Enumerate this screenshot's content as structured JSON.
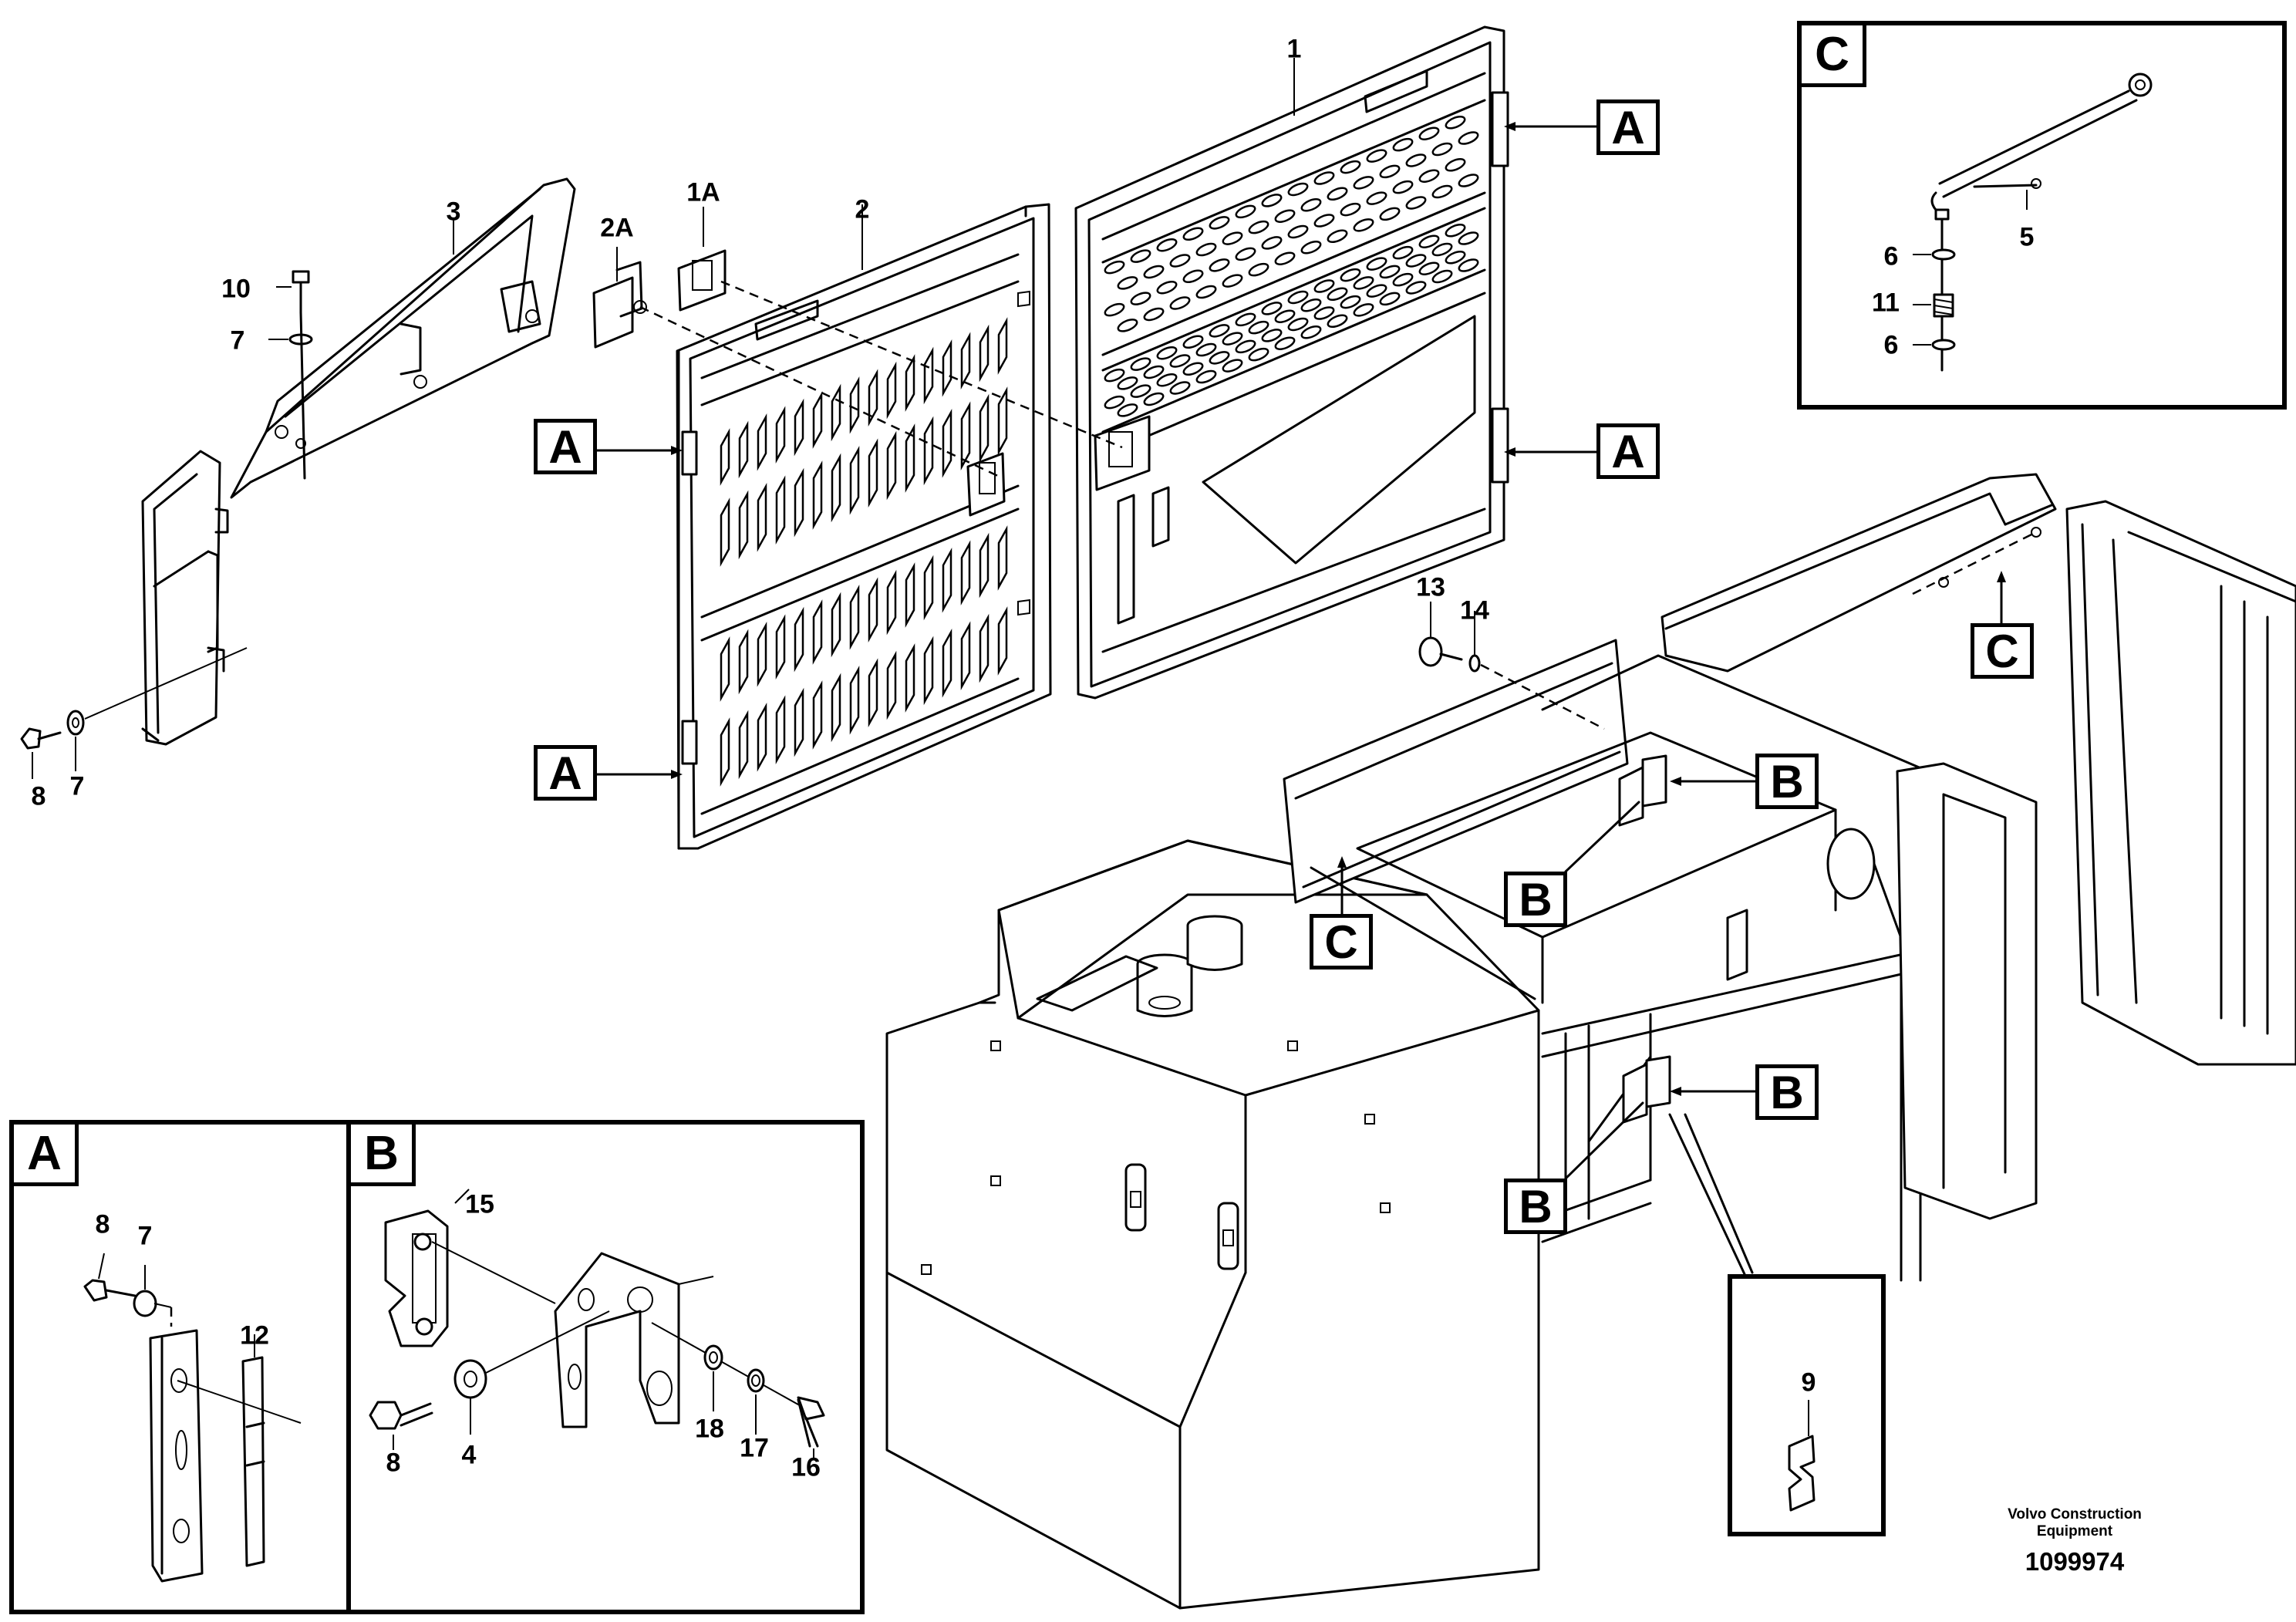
{
  "diagram": {
    "callouts": {
      "n1": "1",
      "n1a": "1A",
      "n2": "2",
      "n2a": "2A",
      "n3": "3",
      "n10": "10",
      "n7a": "7",
      "n7b": "7",
      "n8a": "8",
      "n13": "13",
      "n14": "14",
      "dA_8": "8",
      "dA_7": "7",
      "dA_12": "12",
      "dB_15": "15",
      "dB_8": "8",
      "dB_4": "4",
      "dB_18": "18",
      "dB_17": "17",
      "dB_16": "16",
      "dC_5": "5",
      "dC_6a": "6",
      "dC_11": "11",
      "dC_6b": "6",
      "n9": "9"
    },
    "reference_boxes": {
      "A1": "A",
      "A2": "A",
      "A3": "A",
      "A4": "A",
      "B1": "B",
      "B2": "B",
      "B3": "B",
      "B4": "B",
      "C1": "C",
      "C2": "C"
    },
    "details": {
      "A": "A",
      "B": "B",
      "C": "C"
    }
  },
  "footer": {
    "company_line1": "Volvo Construction",
    "company_line2": "Equipment",
    "drawing_number": "1099974"
  }
}
